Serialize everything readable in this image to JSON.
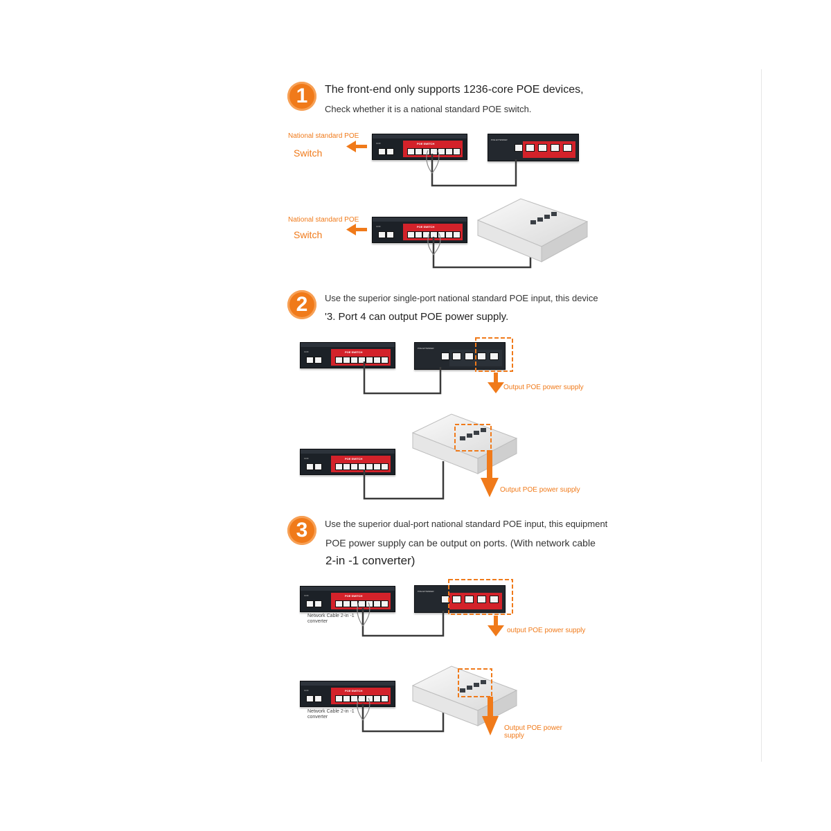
{
  "steps": [
    {
      "number": "1",
      "line1": "The front-end only supports 1236-core POE devices,",
      "line2": "Check whether it is a national standard POE switch."
    },
    {
      "number": "2",
      "line1": "Use the superior single-port national standard POE input, this device",
      "line2": "'3. Port 4 can output POE power supply."
    },
    {
      "number": "3",
      "line1": "Use the superior dual-port national standard POE input, this equipment",
      "line2": "POE power supply can be output on ports. (With network cable",
      "line3": "2-in -1 converter)"
    }
  ],
  "labels": {
    "national_standard_poe": "National standard POE",
    "switch": "Switch",
    "output_poe_power_supply": "Output POE power supply",
    "output_poe_power_supply_lower": "output POE power supply",
    "output_poe_power_stacked": [
      "Output POE power",
      "supply"
    ],
    "network_cable_converter": [
      "Network Cable 2-in -1",
      "converter"
    ],
    "poe_switch_badge": "POE SWITCH",
    "poe_extender_badge": "POE EXTENDER"
  },
  "colors": {
    "accent_orange": "#f07a1a",
    "switch_red": "#d3222a",
    "device_black": "#1c2127",
    "cable": "#3a3a3a"
  }
}
